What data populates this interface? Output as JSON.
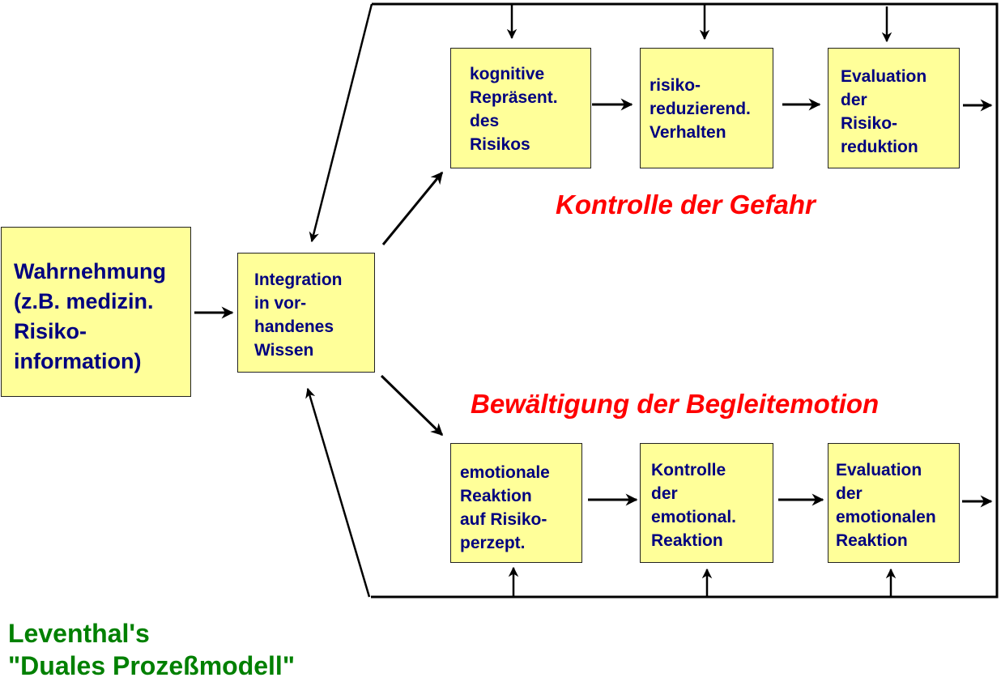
{
  "diagram": {
    "colors": {
      "box_fill": "#ffff99",
      "box_text": "#000080",
      "path_label": "#ff0000",
      "caption": "#008000",
      "line": "#000000"
    },
    "input_box": {
      "lines": [
        "Wahrnehmung",
        "(z.B. medizin.",
        "Risiko-",
        "information)"
      ]
    },
    "integration_box": {
      "lines": [
        "Integration",
        "in vor-",
        "handenes",
        "Wissen"
      ]
    },
    "danger_control": {
      "label": "Kontrolle der Gefahr",
      "boxes": [
        {
          "lines": [
            "kognitive",
            "Repräsent.",
            "des",
            "Risikos"
          ]
        },
        {
          "lines": [
            "risiko-",
            "reduzierend.",
            "Verhalten"
          ]
        },
        {
          "lines": [
            "Evaluation",
            "der",
            "Risiko-",
            "reduktion"
          ]
        }
      ]
    },
    "emotion_control": {
      "label": "Bewältigung der Begleitemotion",
      "boxes": [
        {
          "lines": [
            "emotionale",
            "Reaktion",
            "auf Risiko-",
            "perzept."
          ]
        },
        {
          "lines": [
            "Kontrolle",
            "der",
            "emotional.",
            "Reaktion"
          ]
        },
        {
          "lines": [
            "Evaluation",
            "der",
            "emotionalen",
            "Reaktion"
          ]
        }
      ]
    },
    "caption": {
      "lines": [
        "Leventhal's",
        "\"Duales Prozeßmodell\""
      ]
    }
  }
}
